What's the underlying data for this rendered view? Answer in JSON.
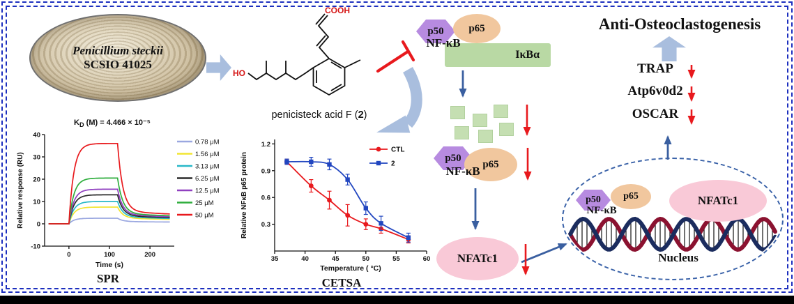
{
  "frame": {
    "border_color": "#1c2fbe",
    "bottom_bar_color": "#000000",
    "background": "#ffffff"
  },
  "strain": {
    "name": "Penicillium steckii",
    "id": "SCSIO 41025"
  },
  "compound": {
    "ho_label": "HO",
    "cooh_label": "COOH",
    "caption_pre": "penicisteck acid F (",
    "caption_num": "2",
    "caption_post": ")"
  },
  "pathway": {
    "p50": "p50",
    "p65": "p65",
    "nfkb": "NF-κB",
    "ikba": "IκBα",
    "nfatc1": "NFATc1",
    "nucleus_label": "Nucleus"
  },
  "right_panel": {
    "title": "Anti-Osteoclastogenesis",
    "markers": [
      "TRAP",
      "Atp6v0d2",
      "OSCAR"
    ]
  },
  "colors": {
    "p50_fill": "#b78be0",
    "p65_fill": "#f1c79e",
    "ikba_fill": "#b9d9a4",
    "nfatc1_fill": "#f9c9d7",
    "fragment_fill": "#c5dfb2",
    "block_arrow": "#a9bede",
    "blue_arrow": "#3a5fa0",
    "red_arrow": "#e8191d",
    "dna_strand_a": "#8b1230",
    "dna_strand_b": "#1b2c5e"
  },
  "chart_data": [
    {
      "id": "spr",
      "type": "line",
      "caption": "SPR",
      "title": "KD (M) = 4.466 × 10⁻⁵",
      "title_parts": {
        "pre": "K",
        "sub": "D",
        "post": " (M) = 4.466 × 10⁻⁵"
      },
      "xlabel": "Time (s)",
      "ylabel": "Relative response (RU)",
      "xlim": [
        -60,
        260
      ],
      "ylim": [
        -10,
        40
      ],
      "xticks": [
        0,
        100,
        200
      ],
      "yticks": [
        -10,
        0,
        10,
        20,
        30,
        40
      ],
      "legend_position": "right",
      "series": [
        {
          "name": "0.78 μM",
          "color": "#9aa7e0",
          "plateau": 2.5,
          "tail": 1.0
        },
        {
          "name": "1.56 μM",
          "color": "#f2e531",
          "plateau": 7.5,
          "tail": 2.5
        },
        {
          "name": "3.13 μM",
          "color": "#28b8c8",
          "plateau": 10.0,
          "tail": 3.0
        },
        {
          "name": "6.25 μM",
          "color": "#2a2a2a",
          "plateau": 13.0,
          "tail": 3.5
        },
        {
          "name": "12.5 μM",
          "color": "#9040c0",
          "plateau": 15.5,
          "tail": 4.0
        },
        {
          "name": "25 μM",
          "color": "#2fae3e",
          "plateau": 20.5,
          "tail": 4.5
        },
        {
          "name": "50 μM",
          "color": "#e8191d",
          "plateau": 36.0,
          "tail": 5.5
        }
      ],
      "phases": {
        "baseline_start": -50,
        "association_start": 0,
        "dissociation_start": 120,
        "end": 250
      }
    },
    {
      "id": "cetsa",
      "type": "line",
      "caption": "CETSA",
      "xlabel": "Temperature ( °C)",
      "ylabel": "Relative NFκB p65 protein",
      "xlim": [
        35,
        60
      ],
      "ylim": [
        0,
        1.25
      ],
      "xticks": [
        35,
        40,
        45,
        50,
        55,
        60
      ],
      "yticks": [
        0.3,
        0.6,
        0.9,
        1.2
      ],
      "legend_position": "top-right",
      "series": [
        {
          "name": "CTL",
          "color": "#e8191d",
          "marker": "circle",
          "x": [
            37,
            41,
            44,
            47,
            50,
            52.5,
            57
          ],
          "y": [
            1.0,
            0.73,
            0.57,
            0.4,
            0.3,
            0.25,
            0.13
          ],
          "err": [
            0.03,
            0.07,
            0.1,
            0.12,
            0.06,
            0.05,
            0.04
          ]
        },
        {
          "name": "2",
          "color": "#2146c0",
          "marker": "square",
          "x": [
            37,
            41,
            44,
            47,
            50,
            52.5,
            57
          ],
          "y": [
            1.0,
            1.0,
            0.97,
            0.8,
            0.48,
            0.31,
            0.15
          ],
          "err": [
            0.03,
            0.05,
            0.06,
            0.06,
            0.07,
            0.08,
            0.05
          ]
        }
      ]
    }
  ]
}
